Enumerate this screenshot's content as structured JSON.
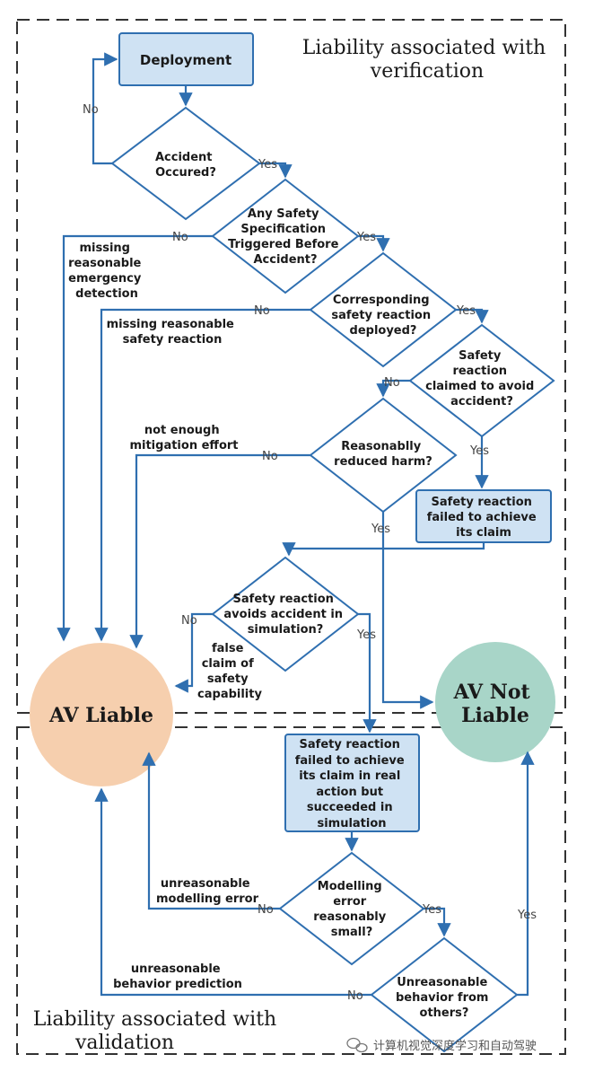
{
  "regions": {
    "verification_title": [
      "Liability associated with",
      "verification"
    ],
    "validation_title": [
      "Liability associated with",
      "validation"
    ]
  },
  "nodes": {
    "deployment": [
      "Deployment"
    ],
    "accident": [
      "Accident",
      "Occured?"
    ],
    "spec_triggered": [
      "Any Safety",
      "Specification",
      "Triggered Before",
      "Accident?"
    ],
    "reaction_deployed": [
      "Corresponding",
      "safety reaction",
      "deployed?"
    ],
    "claimed_avoid": [
      "Safety",
      "reaction",
      "claimed to avoid",
      "accident?"
    ],
    "reduced_harm": [
      "Reasonablly",
      "reduced harm?"
    ],
    "failed_claim": [
      "Safety reaction",
      "failed to achieve",
      "its claim"
    ],
    "avoids_sim": [
      "Safety reaction",
      "avoids accident in",
      "simulation?"
    ],
    "failed_real": [
      "Safety reaction",
      "failed to achieve",
      "its claim in real",
      "action but",
      "succeeded in",
      "simulation"
    ],
    "modelling_small": [
      "Modelling",
      "error",
      "reasonably",
      "small?"
    ],
    "unreasonable_behavior": [
      "Unreasonable",
      "behavior from",
      "others?"
    ],
    "av_liable": [
      "AV Liable"
    ],
    "av_not_liable": [
      "AV Not",
      "Liable"
    ]
  },
  "edge_labels": {
    "missing_emergency": [
      "missing",
      "reasonable",
      "emergency",
      "detection"
    ],
    "missing_reaction": [
      "missing reasonable",
      "safety reaction"
    ],
    "not_enough_mitigation": [
      "not enough",
      "mitigation effort"
    ],
    "false_claim": [
      "false",
      "claim of",
      "safety",
      "capability"
    ],
    "unreasonable_modelling": [
      "unreasonable",
      "modelling error"
    ],
    "unreasonable_prediction": [
      "unreasonable",
      "behavior prediction"
    ]
  },
  "answers": {
    "no": "No",
    "yes": "Yes"
  },
  "watermark": "计算机视觉深度学习和自动驾驶",
  "colors": {
    "arrow": "#2f6fb0",
    "box_fill": "#cfe2f3",
    "liable_fill": "#f6cfae",
    "not_liable_fill": "#a8d5c8",
    "dash": "#333333"
  }
}
